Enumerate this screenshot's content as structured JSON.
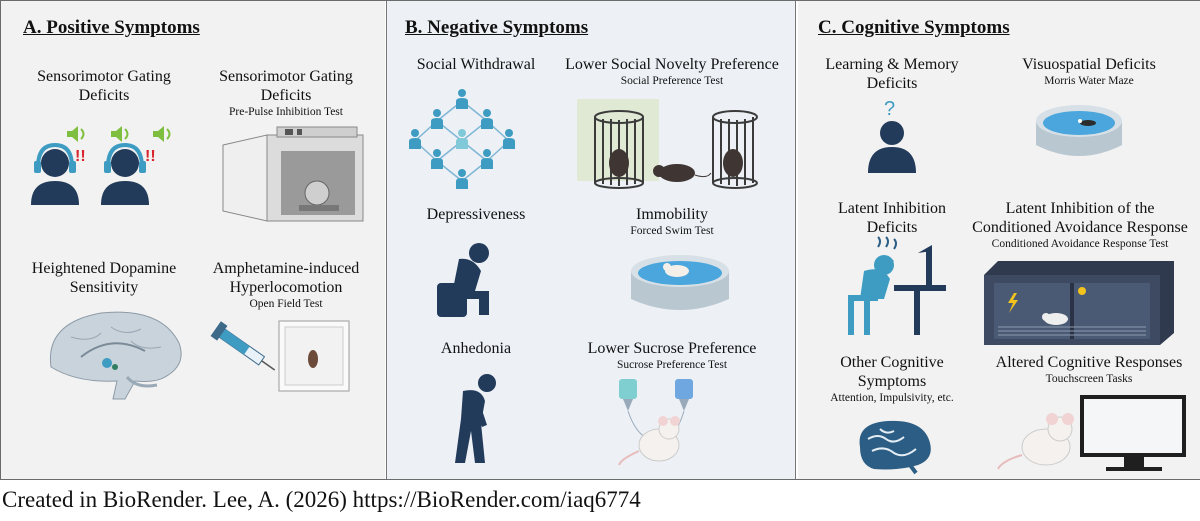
{
  "panels": {
    "positive": {
      "title": "A. Positive Symptoms",
      "cells": [
        {
          "label": "Sensorimotor Gating Deficits",
          "sub": ""
        },
        {
          "label": "Sensorimotor Gating Deficits",
          "sub": "Pre-Pulse Inhibition Test"
        },
        {
          "label": "Heightened Dopamine Sensitivity",
          "sub": ""
        },
        {
          "label": "Amphetamine-induced Hyperlocomotion",
          "sub": "Open Field Test"
        }
      ]
    },
    "negative": {
      "title": "B. Negative Symptoms",
      "cells": [
        {
          "label": "Social Withdrawal",
          "sub": ""
        },
        {
          "label": "Lower Social Novelty Preference",
          "sub": "Social Preference Test"
        },
        {
          "label": "Depressiveness",
          "sub": ""
        },
        {
          "label": "Immobility",
          "sub": "Forced Swim Test"
        },
        {
          "label": "Anhedonia",
          "sub": ""
        },
        {
          "label": "Lower Sucrose Preference",
          "sub": "Sucrose Preference Test"
        }
      ]
    },
    "cognitive": {
      "title": "C. Cognitive Symptoms",
      "cells": [
        {
          "label": "Learning & Memory Deficits",
          "sub": ""
        },
        {
          "label": "Visuospatial Deficits",
          "sub": "Morris Water Maze"
        },
        {
          "label": "Latent Inhibition Deficits",
          "sub": ""
        },
        {
          "label": "Latent Inhibition of the Conditioned Avoidance Response",
          "sub": "Conditioned Avoidance Response Test"
        },
        {
          "label": "Other Cognitive Symptoms",
          "sub": "Attention, Impulsivity, etc."
        },
        {
          "label": "Altered Cognitive Responses",
          "sub": "Touchscreen Tasks"
        }
      ]
    }
  },
  "marks": {
    "exclaim": "!!",
    "question": "?"
  },
  "caption": "Created in BioRender. Lee, A. (2026) https://BioRender.com/iaq6774",
  "colors": {
    "navy": "#233b5a",
    "teal": "#3e9cc2",
    "water": "#4aa6dc",
    "speaker": "#7fbf3f",
    "alert": "#d8262c",
    "cage": "#3b3b3b"
  }
}
